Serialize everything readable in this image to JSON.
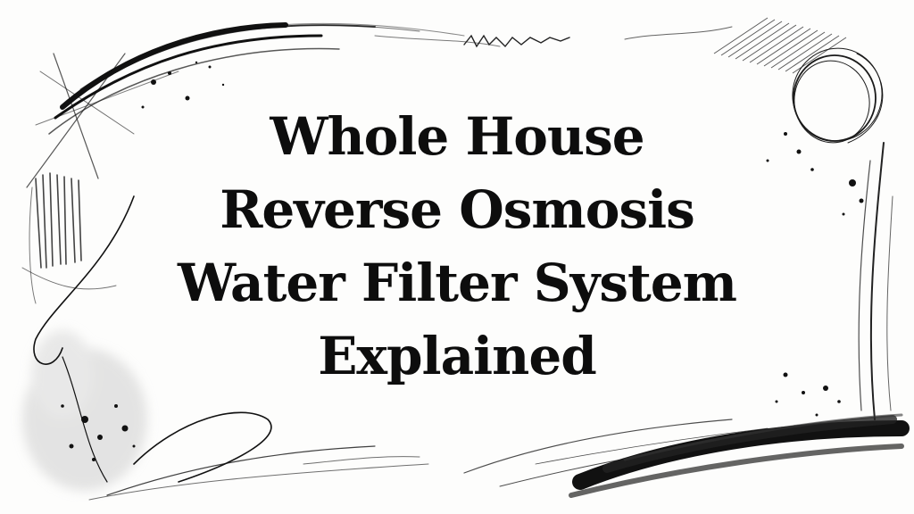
{
  "title": {
    "lines": [
      "Whole House",
      "Reverse Osmosis",
      "Water Filter System",
      "Explained"
    ]
  },
  "colors": {
    "ink": "#0d0d0d",
    "paper": "#fdfdfc",
    "smudge": "#cfcfcf"
  },
  "decoration": "hand-drawn ink scribble frame"
}
